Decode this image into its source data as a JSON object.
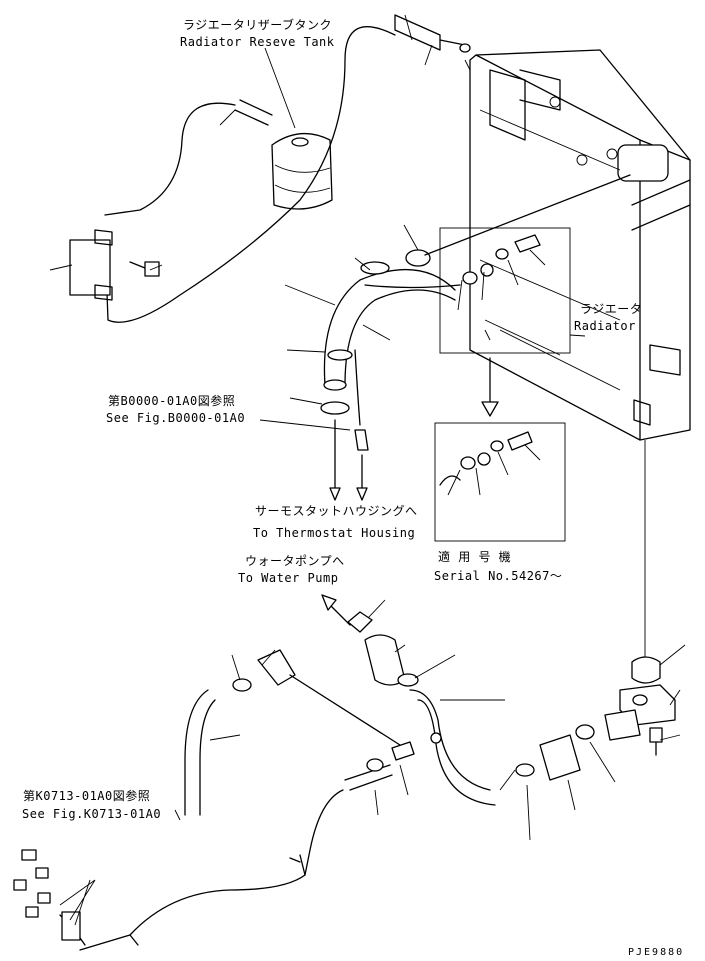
{
  "labels": {
    "reserve_tank_jp": "ラジエータリザーブタンク",
    "reserve_tank_en": "Radiator Reseve Tank",
    "radiator_jp": "ラジエータ",
    "radiator_en": "Radiator",
    "fig_b_jp": "第B0000-01A0図参照",
    "fig_b_en": "See Fig.B0000-01A0",
    "thermostat_jp": "サーモスタットハウジングへ",
    "thermostat_en": "To Thermostat Housing",
    "serial_jp": "適 用 号 機",
    "serial_en": "Serial No.54267～",
    "water_pump_jp": "ウォータポンプへ",
    "water_pump_en": "To Water Pump",
    "fig_k_jp": "第K0713-01A0図参照",
    "fig_k_en": "See Fig.K0713-01A0",
    "drawing_code": "PJE9880"
  }
}
